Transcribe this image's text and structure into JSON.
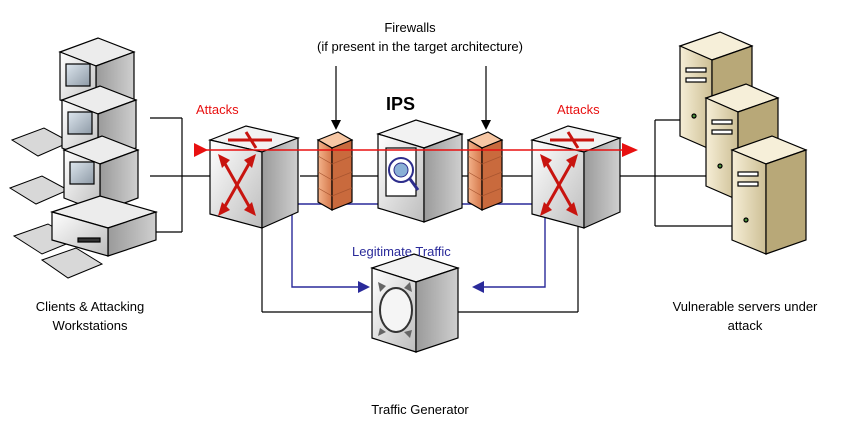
{
  "labels": {
    "firewalls_title": "Firewalls",
    "firewalls_sub": "(if present in the target architecture)",
    "ips": "IPS",
    "attacks_left": "Attacks",
    "attacks_right": "Attacks",
    "legit_traffic": "Legitimate Traffic",
    "clients_line1": "Clients & Attacking",
    "clients_line2": "Workstations",
    "servers_line1": "Vulnerable servers under",
    "servers_line2": "attack",
    "traffic_generator": "Traffic Generator"
  },
  "colors": {
    "attack": "#e81010",
    "legit": "#2a2a9a",
    "firewall": "#e9956a"
  },
  "icons": [
    "workstation-icon",
    "router-icon",
    "firewall-icon",
    "ips-icon",
    "server-icon",
    "traffic-generator-icon"
  ]
}
